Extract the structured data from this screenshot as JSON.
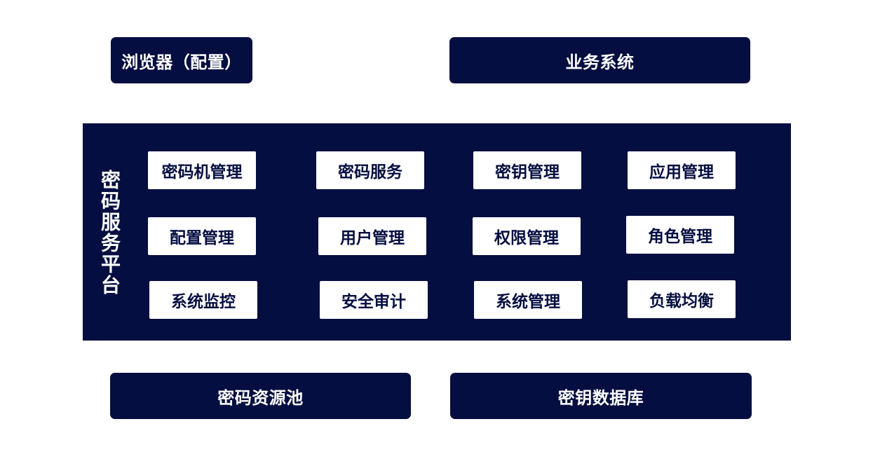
{
  "top": {
    "browser": "浏览器（配置）",
    "business": "业务系统"
  },
  "platform": {
    "label": "密码服务平台",
    "modules": [
      [
        "密码机管理",
        "密码服务",
        "密钥管理",
        "应用管理"
      ],
      [
        "配置管理",
        "用户管理",
        "权限管理",
        "角色管理"
      ],
      [
        "系统监控",
        "安全审计",
        "系统管理",
        "负载均衡"
      ]
    ]
  },
  "bottom": {
    "pool": "密码资源池",
    "keydb": "密钥数据库"
  }
}
